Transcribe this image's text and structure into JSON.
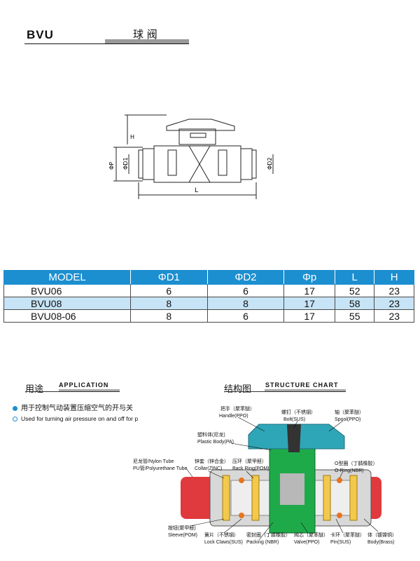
{
  "header": {
    "title": "BVU",
    "subtitle": "球 阀"
  },
  "drawing": {
    "dims": {
      "h": "H",
      "p": "ΦP",
      "d1": "ΦD1",
      "d2": "ΦD2",
      "l": "L"
    }
  },
  "table": {
    "headers": [
      "MODEL",
      "ΦD1",
      "ΦD2",
      "Φp",
      "L",
      "H"
    ],
    "rows": [
      [
        "BVU06",
        "6",
        "6",
        "17",
        "52",
        "23"
      ],
      [
        "BVU08",
        "8",
        "8",
        "17",
        "58",
        "23"
      ],
      [
        "BVU08-06",
        "8",
        "6",
        "17",
        "55",
        "23"
      ]
    ]
  },
  "application": {
    "title_cn": "用途",
    "title_en": "APPLICATION",
    "items": [
      "用于控制气动装置压缩空气的开与关",
      "Used for turning air pressure on and off for p"
    ]
  },
  "structure": {
    "title_cn": "结构图",
    "title_en": "STRUCTURE CHART",
    "labels": {
      "handle_cn": "把手（聚苯醚）",
      "handle_en": "Handle(PPO)",
      "bolt_cn": "螺钉（不锈钢）",
      "bolt_en": "Bolt(SUS)",
      "spool_cn": "轴（聚苯醚）",
      "spool_en": "Spool(PPO)",
      "plastic_cn": "塑料体(尼龙)",
      "plastic_en": "Plastic Body(PA)",
      "tube_cn1": "尼龙管/Nylon Tube",
      "tube_cn2": "PU管/Polyurethane Tube",
      "collar_cn": "锌套（锌合金）",
      "collar_en": "Collar(ZINC)",
      "backring_cn": "压环（聚甲醛）",
      "backring_en": "Back Ring(POM)",
      "oring_cn": "O型圈（丁腈橡胶）",
      "oring_en": "O-Ring(NBR)",
      "sleeve_cn": "按钮(聚甲醛)",
      "sleeve_en": "Sleeve(POM)",
      "claws_cn": "簧片（不锈钢）",
      "claws_en": "Lock Claws(SUS)",
      "packing_cn": "密封圈（丁腈橡胶）",
      "packing_en": "Packing (NBR)",
      "valve_cn": "阀芯（聚苯醚）",
      "valve_en": "Valve(PPO)",
      "pin_cn": "卡环（聚苯醚）",
      "pin_en": "Pin(SUS)",
      "body_cn": "体（镀镍铜）",
      "body_en": "Body(Brass)"
    }
  },
  "colors": {
    "accent": "#1c8fd0",
    "row_alt": "#c6e4f6",
    "tube": "#e0393e",
    "body": "#1faa4a",
    "handle": "#2fa6b7",
    "brass": "#f2c94c"
  }
}
